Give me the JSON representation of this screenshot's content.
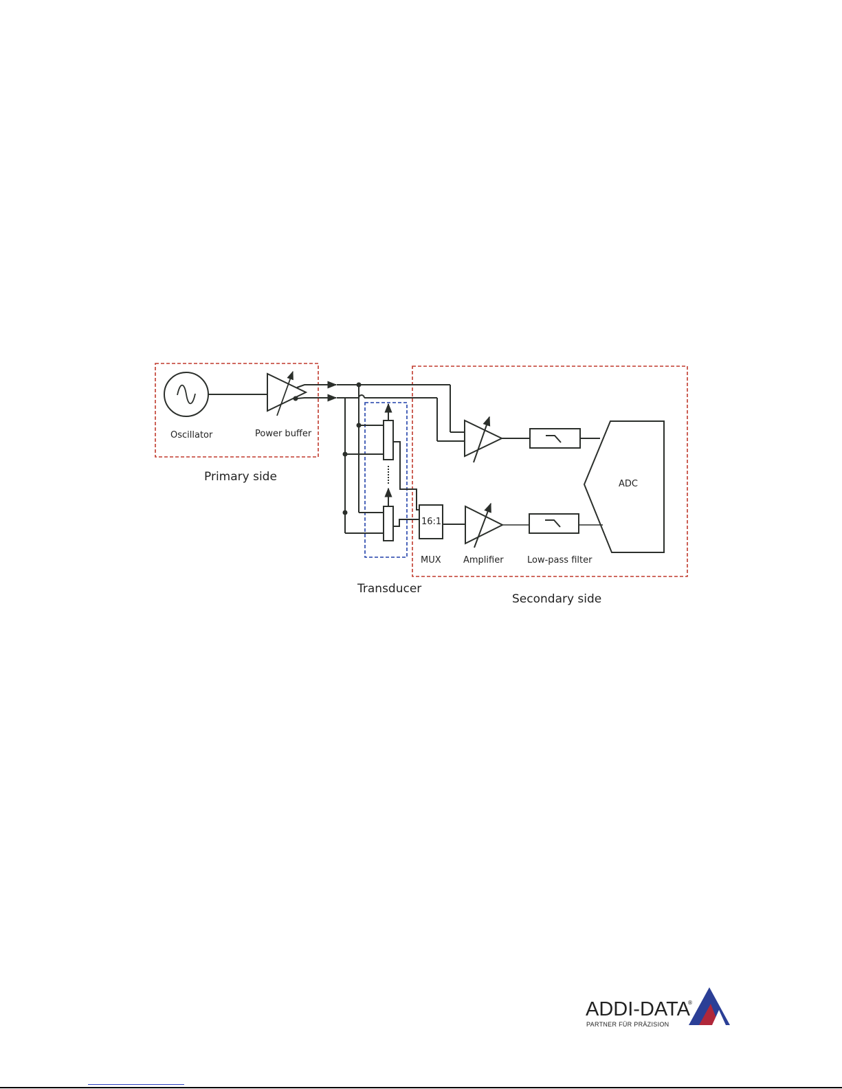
{
  "diagram": {
    "labels": {
      "oscillator": "Oscillator",
      "power_buffer": "Power buffer",
      "primary_side": "Primary side",
      "transducer": "Transducer",
      "secondary_side": "Secondary side",
      "mux_ratio": "16:1",
      "mux": "MUX",
      "amplifier": "Amplifier",
      "low_pass_filter": "Low-pass filter",
      "adc": "ADC"
    },
    "colors": {
      "primary_box": "#c0392b",
      "secondary_box": "#c0392b",
      "transducer_box": "#1f3fa8",
      "wire": "#2b2f2b"
    }
  },
  "logo": {
    "name": "ADDI-DATA",
    "registered": "®",
    "tagline": "PARTNER FÜR PRÄZISION",
    "colors": {
      "blue": "#2b3f96",
      "red": "#b0273a"
    }
  }
}
